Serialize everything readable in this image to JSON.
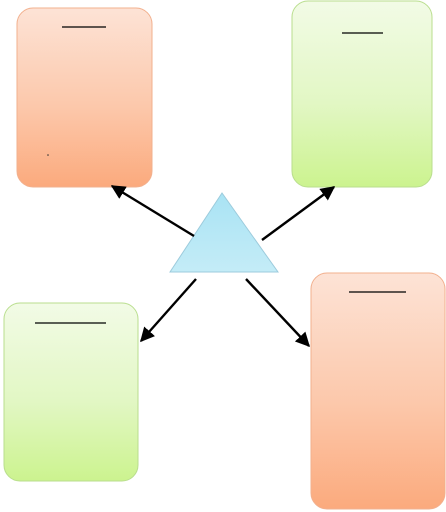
{
  "diagram": {
    "hub": {
      "shape": "triangle",
      "fill": "#9fdcee"
    },
    "boxes": [
      {
        "id": "top-left",
        "fill_style": "peach"
      },
      {
        "id": "top-right",
        "fill_style": "green"
      },
      {
        "id": "bottom-left",
        "fill_style": "green"
      },
      {
        "id": "bottom-right",
        "fill_style": "peach"
      }
    ],
    "colors": {
      "peach_top": "#fde3d6",
      "peach_bottom": "#fbaa7d",
      "peach_stroke": "#f2b08e",
      "green_top": "#f2fbe6",
      "green_bottom": "#ccf38f",
      "green_stroke": "#b9de8e",
      "hub_stroke": "#9ccbdc",
      "arrow": "#000000"
    }
  }
}
